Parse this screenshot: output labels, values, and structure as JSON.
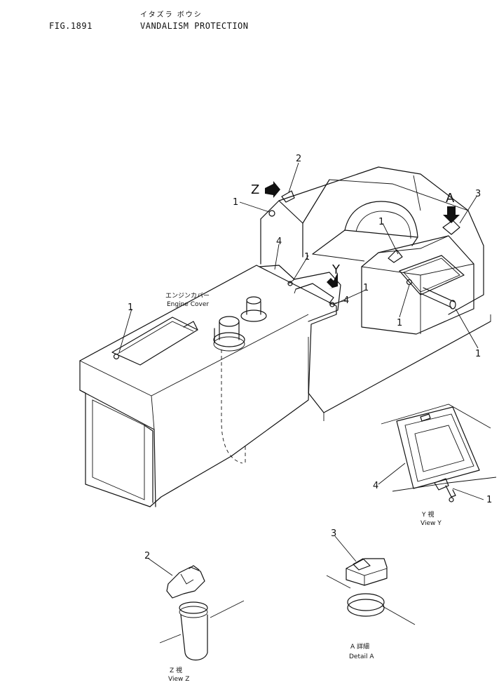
{
  "header": {
    "fig_number": "FIG.1891",
    "title_jp": "イタズラ ボウシ",
    "title": "VANDALISM PROTECTION"
  },
  "callouts": {
    "n1": "1",
    "n2": "2",
    "n3": "3",
    "n4": "4",
    "view_z_letter": "Z",
    "view_y_letter": "Y",
    "detail_a_letter": "A"
  },
  "engine_cover": {
    "label_jp": "エンジンカバー",
    "label": "Engine Cover"
  },
  "view_y": {
    "label_jp": "Y 視",
    "label": "View Y"
  },
  "view_z": {
    "label_jp": "Z 視",
    "label": "View Z"
  },
  "detail_a": {
    "label_jp": "A 詳細",
    "label": "Detail A"
  }
}
